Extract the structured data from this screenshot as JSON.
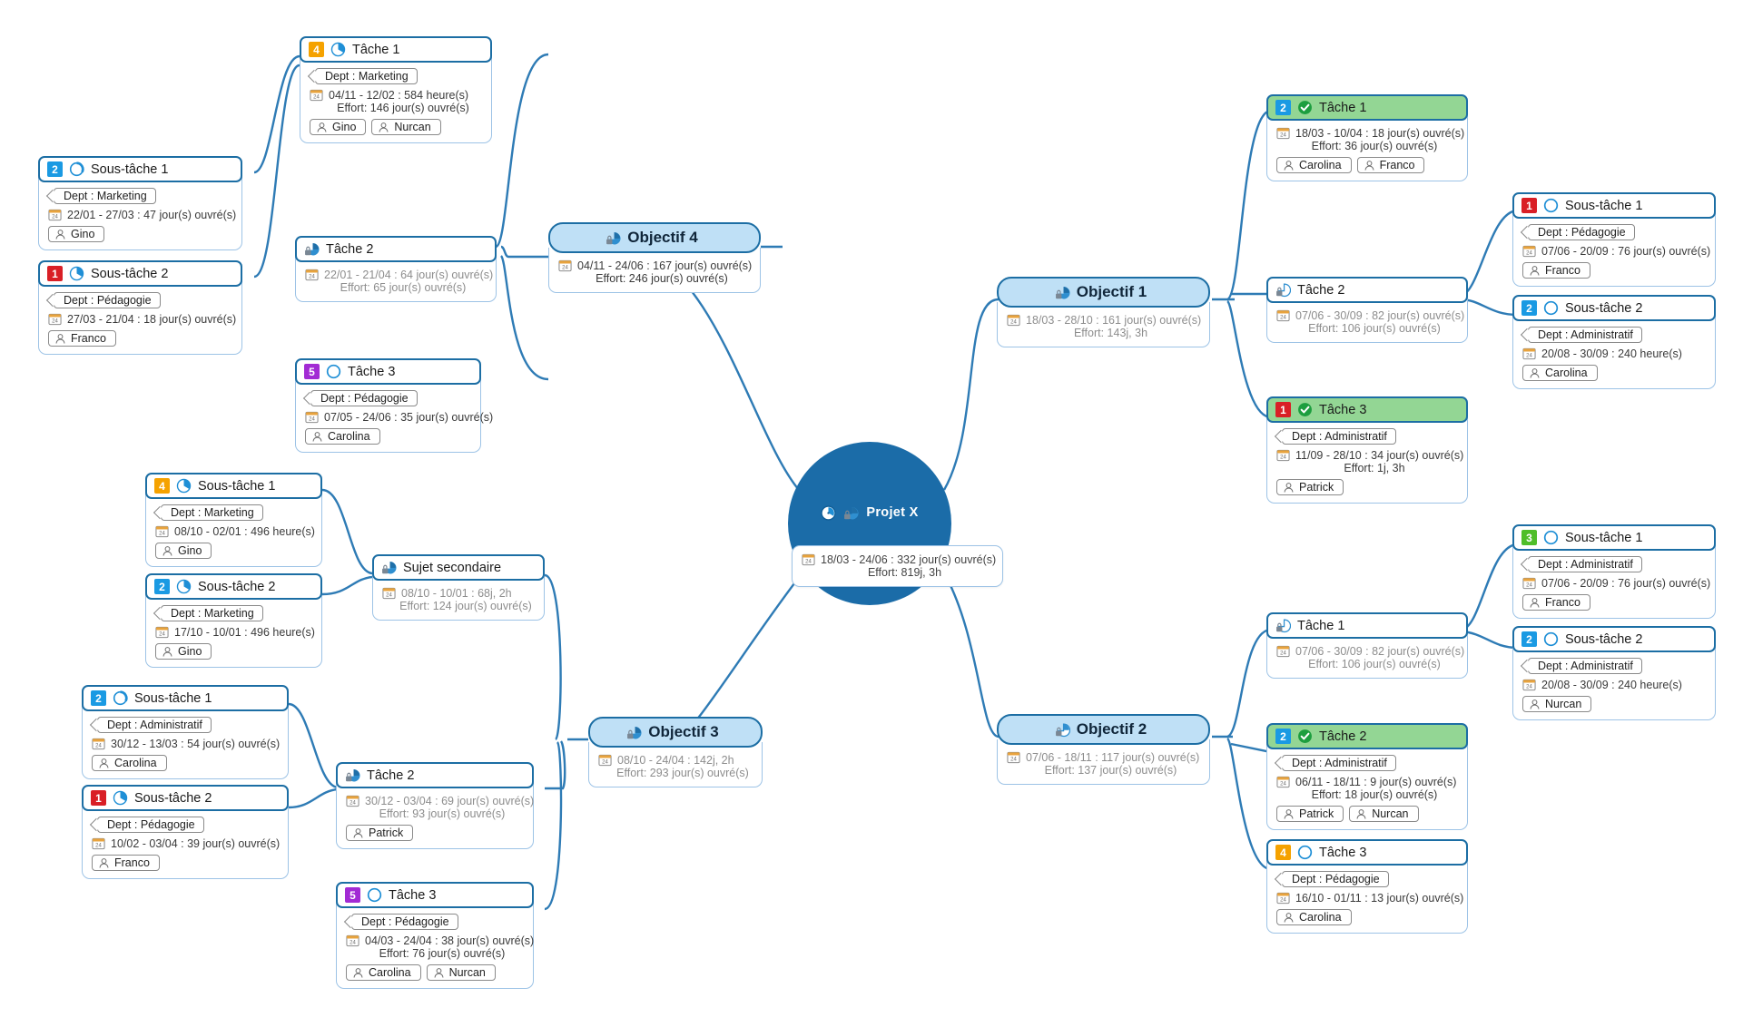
{
  "center": {
    "title": "Projet X",
    "icons": [
      "clock-icon",
      "lock-pie-icon"
    ],
    "dates": "18/03 - 24/06 : 332 jour(s) ouvré(s)",
    "effort": "Effort: 819j, 3h"
  },
  "nodes": {
    "obj4": {
      "title": "Objectif 4",
      "dates": "04/11 - 24/06 : 167 jour(s) ouvré(s)",
      "effort": "Effort: 246 jour(s) ouvré(s)"
    },
    "obj4_t1": {
      "title": "Tâche 1",
      "badge": "4",
      "dept": "Dept : Marketing",
      "dates": "04/11 - 12/02 : 584 heure(s)",
      "effort": "Effort: 146 jour(s) ouvré(s)",
      "people": [
        "Gino",
        "Nurcan"
      ]
    },
    "obj4_t1_s1": {
      "title": "Sous-tâche 1",
      "badge": "2",
      "dept": "Dept : Marketing",
      "dates": "22/01 - 27/03 : 47 jour(s) ouvré(s)",
      "people": [
        "Gino"
      ]
    },
    "obj4_t1_s2": {
      "title": "Sous-tâche 2",
      "badge": "1",
      "dept": "Dept : Pédagogie",
      "dates": "27/03 - 21/04 : 18 jour(s) ouvré(s)",
      "people": [
        "Franco"
      ]
    },
    "obj4_t2": {
      "title": "Tâche 2",
      "dates": "22/01 - 21/04 : 64 jour(s) ouvré(s)",
      "effort": "Effort: 65 jour(s) ouvré(s)"
    },
    "obj4_t3": {
      "title": "Tâche 3",
      "badge": "5",
      "dept": "Dept : Pédagogie",
      "dates": "07/05 - 24/06 : 35 jour(s) ouvré(s)",
      "people": [
        "Carolina"
      ]
    },
    "obj1": {
      "title": "Objectif 1",
      "dates": "18/03 - 28/10 : 161 jour(s) ouvré(s)",
      "effort": "Effort: 143j, 3h"
    },
    "obj1_t1": {
      "title": "Tâche 1",
      "badge": "2",
      "dates": "18/03 - 10/04 : 18 jour(s) ouvré(s)",
      "effort": "Effort: 36 jour(s) ouvré(s)",
      "people": [
        "Carolina",
        "Franco"
      ]
    },
    "obj1_t2": {
      "title": "Tâche 2",
      "dates": "07/06 - 30/09 : 82 jour(s) ouvré(s)",
      "effort": "Effort: 106 jour(s) ouvré(s)"
    },
    "obj1_t2_s1": {
      "title": "Sous-tâche 1",
      "badge": "1",
      "dept": "Dept : Pédagogie",
      "dates": "07/06 - 20/09 : 76 jour(s) ouvré(s)",
      "people": [
        "Franco"
      ]
    },
    "obj1_t2_s2": {
      "title": "Sous-tâche 2",
      "badge": "2",
      "dept": "Dept : Administratif",
      "dates": "20/08 - 30/09 : 240 heure(s)",
      "people": [
        "Carolina"
      ]
    },
    "obj1_t3": {
      "title": "Tâche 3",
      "badge": "1",
      "dept": "Dept : Administratif",
      "dates": "11/09 - 28/10 : 34 jour(s) ouvré(s)",
      "effort": "Effort: 1j, 3h",
      "people": [
        "Patrick"
      ]
    },
    "obj2": {
      "title": "Objectif 2",
      "dates": "07/06 - 18/11 : 117 jour(s) ouvré(s)",
      "effort": "Effort: 137 jour(s) ouvré(s)"
    },
    "obj2_t1": {
      "title": "Tâche 1",
      "dates": "07/06 - 30/09 : 82 jour(s) ouvré(s)",
      "effort": "Effort: 106 jour(s) ouvré(s)"
    },
    "obj2_t1_s1": {
      "title": "Sous-tâche 1",
      "badge": "3",
      "dept": "Dept : Administratif",
      "dates": "07/06 - 20/09 : 76 jour(s) ouvré(s)",
      "people": [
        "Franco"
      ]
    },
    "obj2_t1_s2": {
      "title": "Sous-tâche 2",
      "badge": "2",
      "dept": "Dept : Administratif",
      "dates": "20/08 - 30/09 : 240 heure(s)",
      "people": [
        "Nurcan"
      ]
    },
    "obj2_t2": {
      "title": "Tâche 2",
      "badge": "2",
      "dept": "Dept : Administratif",
      "dates": "06/11 - 18/11 : 9 jour(s) ouvré(s)",
      "effort": "Effort: 18 jour(s) ouvré(s)",
      "people": [
        "Patrick",
        "Nurcan"
      ]
    },
    "obj2_t3": {
      "title": "Tâche 3",
      "badge": "4",
      "dept": "Dept : Pédagogie",
      "dates": "16/10 - 01/11 : 13 jour(s) ouvré(s)",
      "people": [
        "Carolina"
      ]
    },
    "obj3": {
      "title": "Objectif 3",
      "dates": "08/10 - 24/04 : 142j, 2h",
      "effort": "Effort: 293 jour(s) ouvré(s)"
    },
    "obj3_sujet": {
      "title": "Sujet secondaire",
      "dates": "08/10 - 10/01 : 68j, 2h",
      "effort": "Effort: 124 jour(s) ouvré(s)"
    },
    "obj3_sujet_s1": {
      "title": "Sous-tâche 1",
      "badge": "4",
      "dept": "Dept : Marketing",
      "dates": "08/10 - 02/01 : 496 heure(s)",
      "people": [
        "Gino"
      ]
    },
    "obj3_sujet_s2": {
      "title": "Sous-tâche 2",
      "badge": "2",
      "dept": "Dept : Marketing",
      "dates": "17/10 - 10/01 : 496 heure(s)",
      "people": [
        "Gino"
      ]
    },
    "obj3_t2": {
      "title": "Tâche 2",
      "dates": "30/12 - 03/04 : 69 jour(s) ouvré(s)",
      "effort": "Effort: 93 jour(s) ouvré(s)",
      "people": [
        "Patrick"
      ]
    },
    "obj3_t2_s1": {
      "title": "Sous-tâche 1",
      "badge": "2",
      "dept": "Dept : Administratif",
      "dates": "30/12 - 13/03 : 54 jour(s) ouvré(s)",
      "people": [
        "Carolina"
      ]
    },
    "obj3_t2_s2": {
      "title": "Sous-tâche 2",
      "badge": "1",
      "dept": "Dept : Pédagogie",
      "dates": "10/02 - 03/04 : 39 jour(s) ouvré(s)",
      "people": [
        "Franco"
      ]
    },
    "obj3_t3": {
      "title": "Tâche 3",
      "badge": "5",
      "dept": "Dept : Pédagogie",
      "dates": "04/03 - 24/04 : 38 jour(s) ouvré(s)",
      "effort": "Effort: 76 jour(s) ouvré(s)",
      "people": [
        "Carolina",
        "Nurcan"
      ]
    }
  },
  "colors": {
    "link": "#2e7bb5",
    "center_fill": "#1b6ca8",
    "objective_fill": "#bfe0f6",
    "done_fill": "#93d694",
    "node_border": "#1c6ea4",
    "body_border": "#9dc3e6",
    "priority_1": "#d91f26",
    "priority_2": "#1a9ae3",
    "priority_3": "#4fbe29",
    "priority_4": "#f5a200",
    "priority_5": "#a22bd4"
  }
}
